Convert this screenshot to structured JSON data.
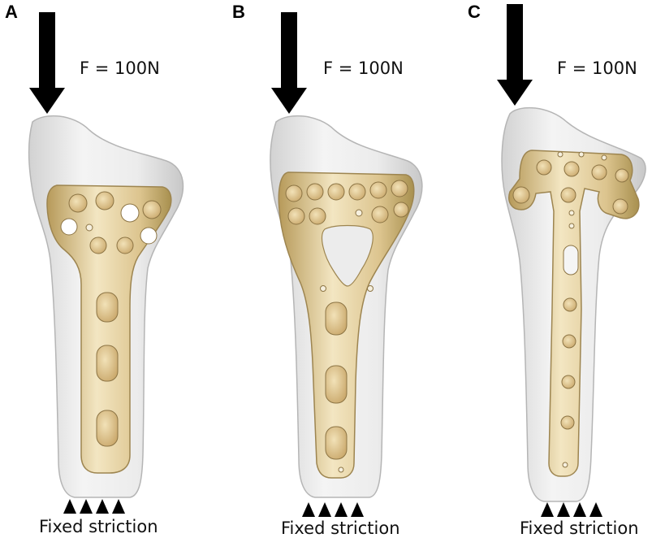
{
  "panels": [
    {
      "letter": "A",
      "force": "F = 100N",
      "support": "Fixed striction"
    },
    {
      "letter": "B",
      "force": "F = 100N",
      "support": "Fixed striction"
    },
    {
      "letter": "C",
      "force": "F = 100N",
      "support": "Fixed striction"
    }
  ],
  "colors": {
    "bone": "#e6e6e6",
    "bone_edge": "#b9b9b9",
    "plate": "#d8c08a",
    "plate_highlight": "#f3e6c2",
    "plate_edge": "#9d8550",
    "arrow": "#000000"
  }
}
